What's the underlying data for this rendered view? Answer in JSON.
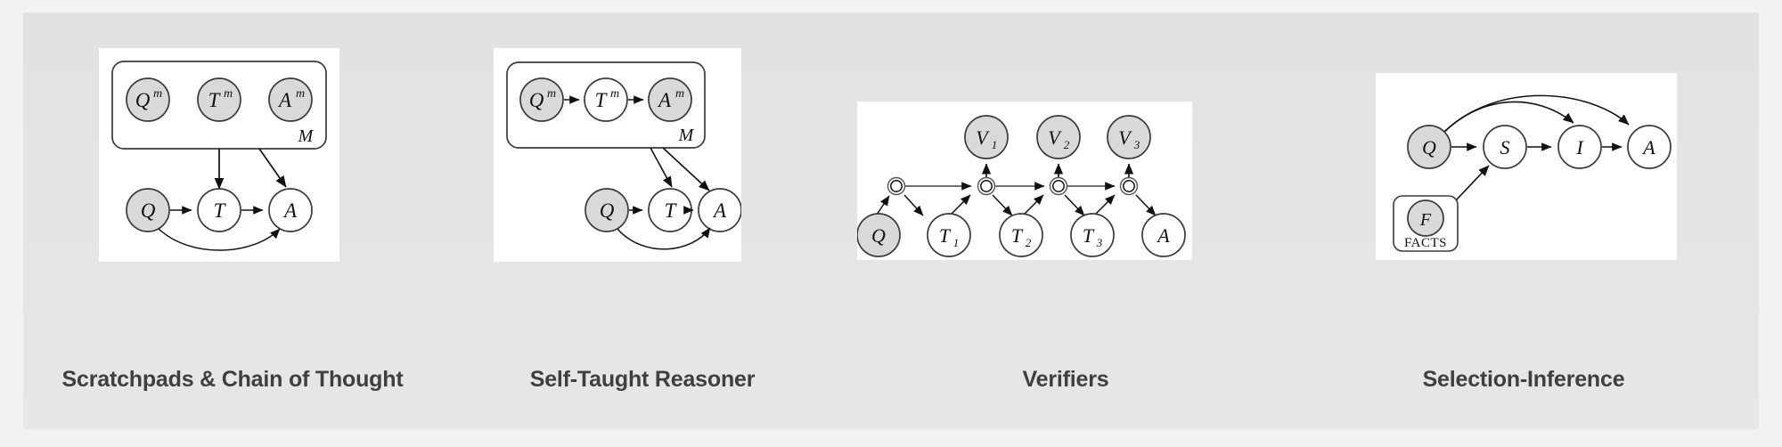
{
  "figure": {
    "background_color": "#e4e4e4",
    "card_color": "#ffffff",
    "node_shaded_color": "#d9d9d9",
    "node_unshaded_color": "#ffffff",
    "node_stroke_color": "#3a3a3a",
    "edge_color": "#111111",
    "caption_color": "#3f3f3f"
  },
  "panels": [
    {
      "id": "scratchpads-chain-of-thought",
      "caption": "Scratchpads & Chain of Thought",
      "plate": {
        "label": "M"
      },
      "nodes": [
        {
          "id": "Qm",
          "label": "Q",
          "superscript": "m",
          "shaded": true
        },
        {
          "id": "Tm",
          "label": "T",
          "superscript": "m",
          "shaded": true
        },
        {
          "id": "Am",
          "label": "A",
          "superscript": "m",
          "shaded": true
        },
        {
          "id": "Q",
          "label": "Q",
          "superscript": "",
          "shaded": true
        },
        {
          "id": "T",
          "label": "T",
          "superscript": "",
          "shaded": false
        },
        {
          "id": "A",
          "label": "A",
          "superscript": "",
          "shaded": false
        }
      ],
      "edges": [
        {
          "from": "plate",
          "to": "T"
        },
        {
          "from": "plate",
          "to": "A"
        },
        {
          "from": "Q",
          "to": "T"
        },
        {
          "from": "T",
          "to": "A"
        },
        {
          "from": "Q",
          "to": "A"
        }
      ]
    },
    {
      "id": "self-taught-reasoner",
      "caption": "Self-Taught Reasoner",
      "plate": {
        "label": "M"
      },
      "nodes": [
        {
          "id": "Qm",
          "label": "Q",
          "superscript": "m",
          "shaded": true
        },
        {
          "id": "Tm",
          "label": "T",
          "superscript": "m",
          "shaded": false
        },
        {
          "id": "Am",
          "label": "A",
          "superscript": "m",
          "shaded": true
        },
        {
          "id": "Q",
          "label": "Q",
          "superscript": "",
          "shaded": true
        },
        {
          "id": "T",
          "label": "T",
          "superscript": "",
          "shaded": false
        },
        {
          "id": "A",
          "label": "A",
          "superscript": "",
          "shaded": false
        }
      ],
      "edges": [
        {
          "from": "Qm",
          "to": "Tm"
        },
        {
          "from": "Tm",
          "to": "Am"
        },
        {
          "from": "plate",
          "to": "T"
        },
        {
          "from": "plate",
          "to": "A"
        },
        {
          "from": "Q",
          "to": "T"
        },
        {
          "from": "T",
          "to": "A"
        },
        {
          "from": "Q",
          "to": "A"
        }
      ]
    },
    {
      "id": "verifiers",
      "caption": "Verifiers",
      "nodes": [
        {
          "id": "V1",
          "label": "V",
          "subscript": "1",
          "shaded": true
        },
        {
          "id": "V2",
          "label": "V",
          "subscript": "2",
          "shaded": true
        },
        {
          "id": "V3",
          "label": "V",
          "subscript": "3",
          "shaded": true
        },
        {
          "id": "S0",
          "label": "",
          "shaded": false,
          "kind": "state"
        },
        {
          "id": "S1",
          "label": "",
          "shaded": false,
          "kind": "state"
        },
        {
          "id": "S2",
          "label": "",
          "shaded": false,
          "kind": "state"
        },
        {
          "id": "S3",
          "label": "",
          "shaded": false,
          "kind": "state"
        },
        {
          "id": "Q",
          "label": "Q",
          "subscript": "",
          "shaded": true
        },
        {
          "id": "T1",
          "label": "T",
          "subscript": "1",
          "shaded": false
        },
        {
          "id": "T2",
          "label": "T",
          "subscript": "2",
          "shaded": false
        },
        {
          "id": "T3",
          "label": "T",
          "subscript": "3",
          "shaded": false
        },
        {
          "id": "A",
          "label": "A",
          "subscript": "",
          "shaded": false
        }
      ],
      "edges": [
        {
          "from": "Q",
          "to": "S0"
        },
        {
          "from": "S0",
          "to": "T1"
        },
        {
          "from": "S0",
          "to": "S1"
        },
        {
          "from": "T1",
          "to": "S1"
        },
        {
          "from": "S1",
          "to": "T2"
        },
        {
          "from": "S1",
          "to": "S2"
        },
        {
          "from": "S1",
          "to": "V1"
        },
        {
          "from": "T2",
          "to": "S2"
        },
        {
          "from": "S2",
          "to": "T3"
        },
        {
          "from": "S2",
          "to": "S3"
        },
        {
          "from": "S2",
          "to": "V2"
        },
        {
          "from": "T3",
          "to": "S3"
        },
        {
          "from": "S3",
          "to": "A"
        },
        {
          "from": "S3",
          "to": "V3"
        }
      ]
    },
    {
      "id": "selection-inference",
      "caption": "Selection-Inference",
      "plate": {
        "label": "FACTS"
      },
      "nodes": [
        {
          "id": "Q",
          "label": "Q",
          "shaded": true
        },
        {
          "id": "S",
          "label": "S",
          "shaded": false
        },
        {
          "id": "I",
          "label": "I",
          "shaded": false
        },
        {
          "id": "A",
          "label": "A",
          "shaded": false
        },
        {
          "id": "F",
          "label": "F",
          "shaded": true
        }
      ],
      "edges": [
        {
          "from": "Q",
          "to": "S"
        },
        {
          "from": "S",
          "to": "I"
        },
        {
          "from": "I",
          "to": "A"
        },
        {
          "from": "Q",
          "to": "I",
          "curved": true
        },
        {
          "from": "Q",
          "to": "A",
          "curved": true
        },
        {
          "from": "F",
          "to": "S"
        }
      ]
    }
  ]
}
